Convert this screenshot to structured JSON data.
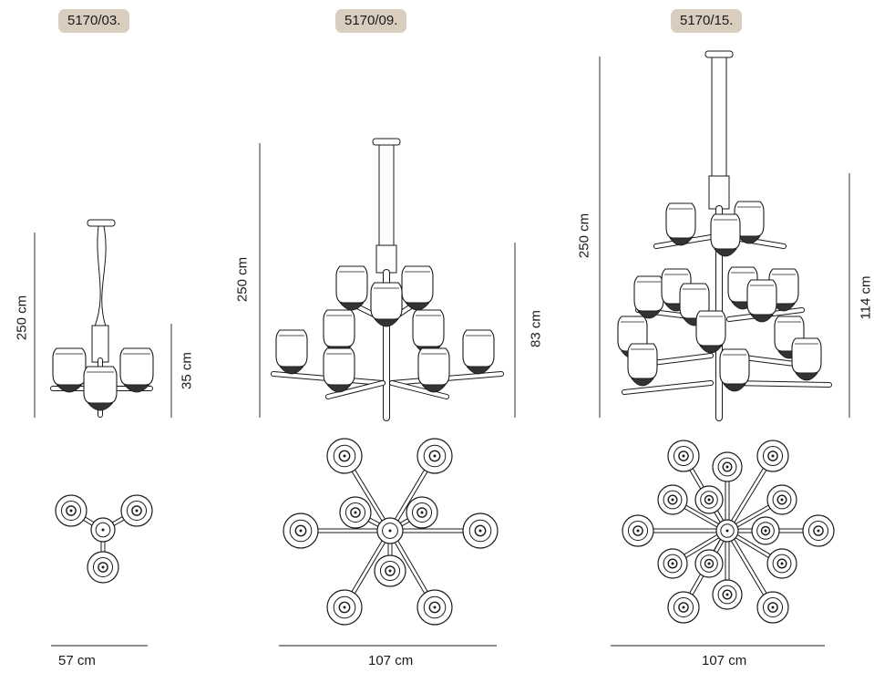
{
  "models": [
    {
      "code": "5170/03.",
      "height_label": "250 cm",
      "body_height_label": "35 cm",
      "width_label": "57 cm"
    },
    {
      "code": "5170/09.",
      "height_label": "250 cm",
      "body_height_label": "83 cm",
      "width_label": "107 cm"
    },
    {
      "code": "5170/15.",
      "height_label": "250 cm",
      "body_height_label": "114 cm",
      "width_label": "107 cm"
    }
  ],
  "colors": {
    "badge_bg": "#d9cdbf",
    "line": "#1a1a1a",
    "glass_fill": "#ffffff",
    "shade_fill": "#333333"
  }
}
